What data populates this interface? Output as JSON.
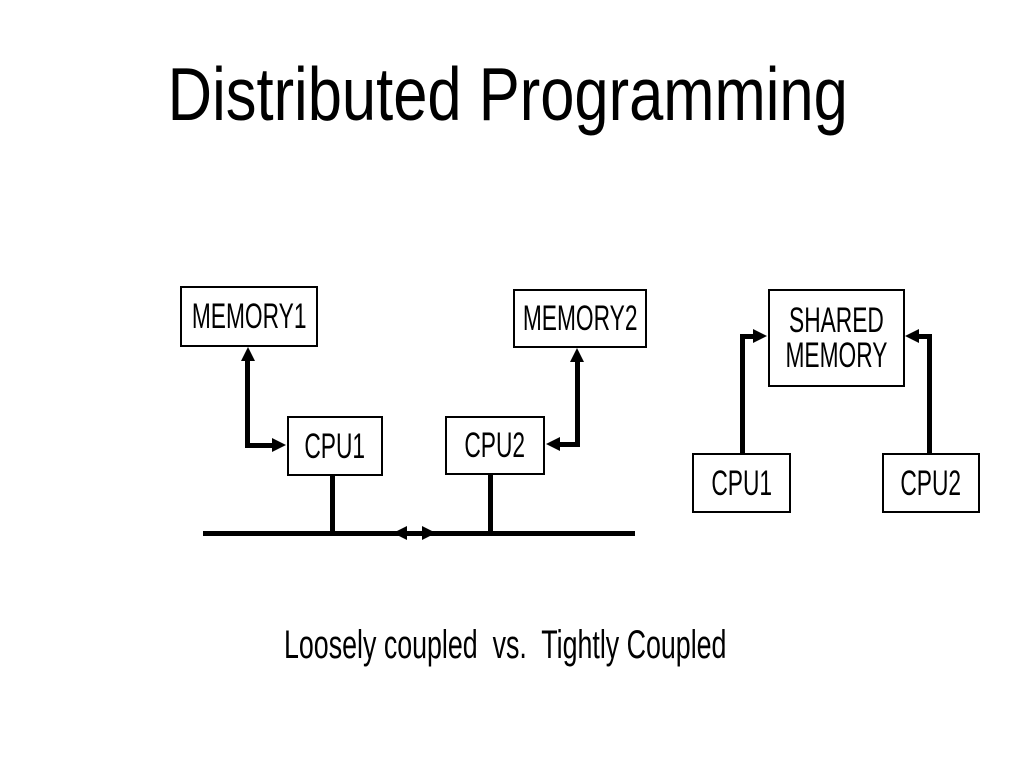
{
  "slide": {
    "title": "Distributed Programming",
    "caption": "Loosely coupled  vs.  Tightly Coupled"
  },
  "colors": {
    "background": "#ffffff",
    "line": "#000000",
    "text": "#000000"
  },
  "diagram": {
    "loosely_coupled": {
      "memory1": "MEMORY1",
      "memory2": "MEMORY2",
      "cpu1": "CPU1",
      "cpu2": "CPU2"
    },
    "tightly_coupled": {
      "shared_memory_line1": "SHARED",
      "shared_memory_line2": "MEMORY",
      "cpu1": "CPU1",
      "cpu2": "CPU2"
    }
  }
}
